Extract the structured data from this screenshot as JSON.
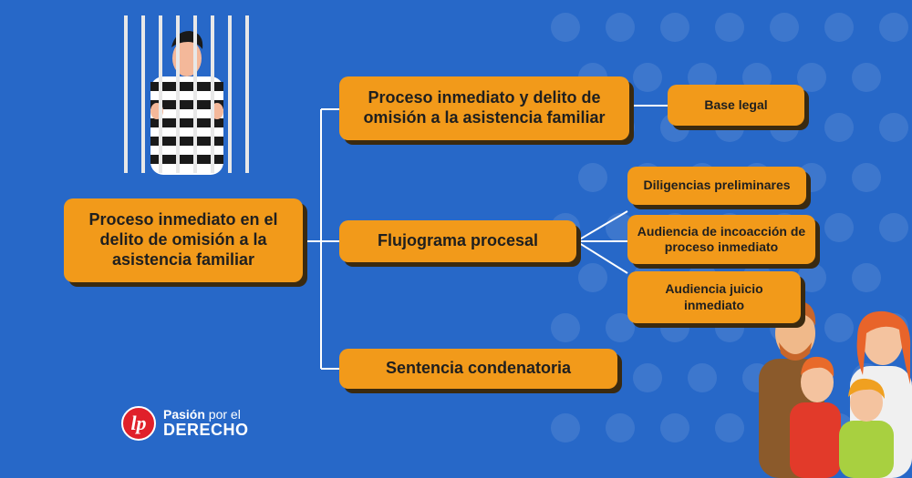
{
  "root": {
    "label": "Proceso inmediato en el delito de omisión a la asistencia familiar"
  },
  "branches": [
    {
      "label": "Proceso inmediato y delito de omisión a la asistencia familiar",
      "children": [
        "Base legal"
      ]
    },
    {
      "label": "Flujograma procesal",
      "children": [
        "Diligencias preliminares",
        "Audiencia de incoacción de proceso inmediato",
        "Audiencia juicio inmediato"
      ]
    },
    {
      "label": "Sentencia condenatoria",
      "children": []
    }
  ],
  "logo": {
    "line1_bold": "Pasión",
    "line1_rest": "por el",
    "line2": "DERECHO",
    "mark": "lp"
  },
  "colors": {
    "background": "#2768c8",
    "box": "#f29a1a",
    "line": "#ffffff",
    "logo_red": "#e0202a"
  }
}
